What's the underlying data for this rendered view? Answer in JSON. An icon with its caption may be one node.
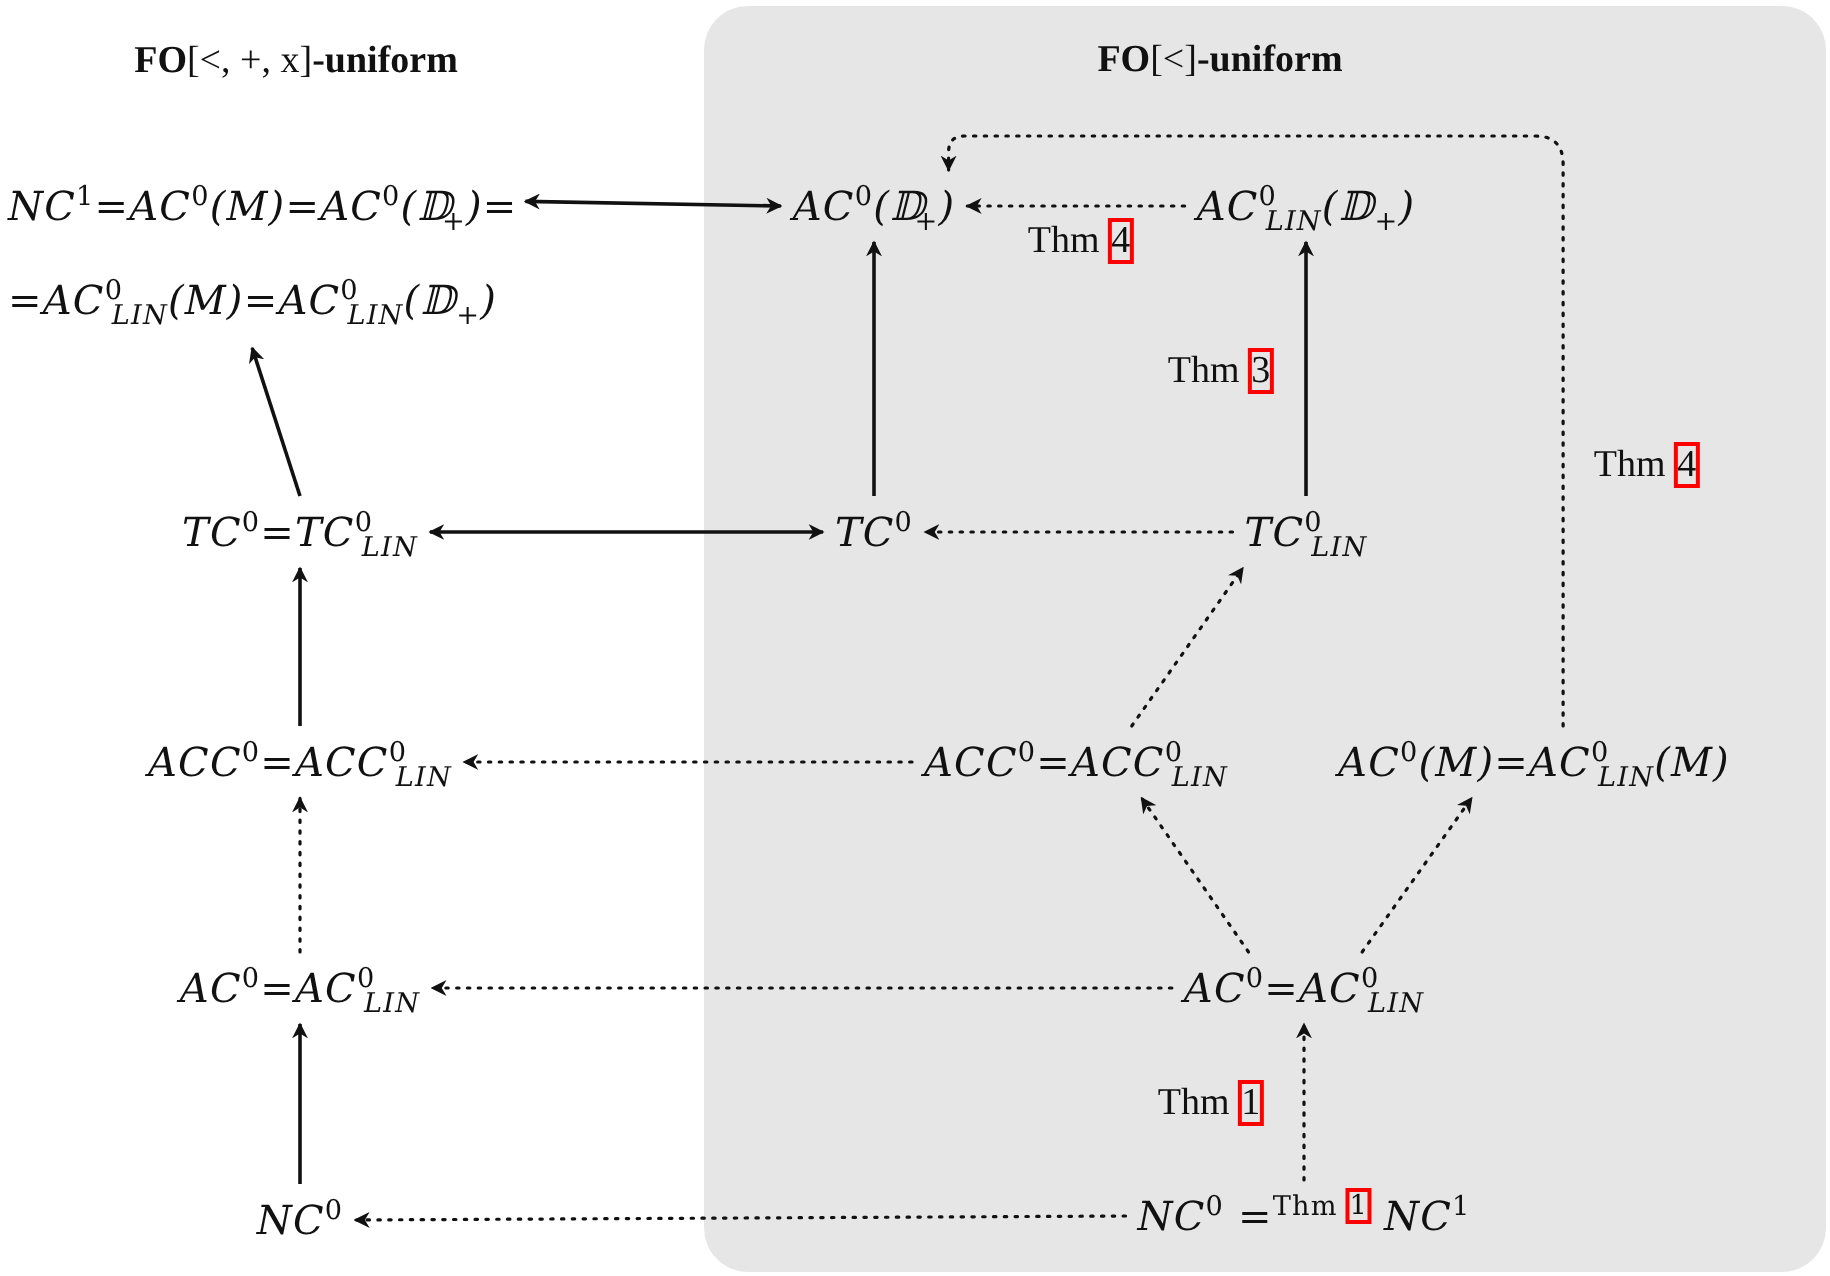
{
  "diagram": {
    "nodes": [
      {
        "text": [
          "**FO**[<]**-uniform**"
        ]
      },
      {
        "text": [
          "NC$^{1}$=AC$^{0}$(M)=AC$^{0}$(𝔻$_{+}$)= =AC$^{0}$$_{LIN}$(M)=AC$^{0}$$_{LIN}$(𝔻$_{+}$)"
        ]
      },
      {
        "text": [
          "AC$^{0}$(𝔻$_{+}$)"
        ],
        "in": 0
      },
      {
        "text": [
          "AC$^{0}$$_{LIN}$(𝔻$_{+}$)"
        ],
        "in": 0
      },
      {
        "text": [
          "TC$^{0}$=TC$^{0}$$_{LIN}$"
        ]
      },
      {
        "text": [
          "TC$^{0}$"
        ],
        "in": 0
      },
      {
        "text": [
          "TC$^{0}$$_{LIN}$"
        ],
        "in": 0
      },
      {
        "text": [
          "ACC$^{0}$=ACC$^{0}$$_{LIN}$"
        ]
      },
      {
        "text": [
          "ACC$^{0}$=ACC$^{0}$$_{LIN}$"
        ],
        "in": 0
      },
      {
        "text": [
          "AC$^{0}$(M)=AC$^{0}$$_{LIN}$(M)"
        ],
        "in": 0
      },
      {
        "text": [
          "AC$^{0}$=AC$^{0}$$_{LIN}$"
        ]
      },
      {
        "text": [
          "AC$^{0}$=AC$^{0}$$_{LIN}$"
        ],
        "in": 0
      },
      {
        "text": [
          "NC$^{0}$"
        ]
      },
      {
        "text": [
          "NC$^{0}$ =$^{Thm 1}$ NC$^{1}$"
        ],
        "in": 0
      }
    ],
    "edges": [
      {
        "from": 1,
        "to": 2,
        "arrow": "both"
      },
      {
        "from": 3,
        "to": 2,
        "arrow": "to",
        "style": "dashed",
        "label": "Thm 4"
      },
      {
        "from": 5,
        "to": 2,
        "arrow": "to"
      },
      {
        "from": 6,
        "to": 3,
        "arrow": "to",
        "label": "Thm 3"
      },
      {
        "from": 4,
        "to": 1,
        "arrow": "to"
      },
      {
        "from": 4,
        "to": 5,
        "arrow": "both"
      },
      {
        "from": 6,
        "to": 5,
        "arrow": "to",
        "style": "dashed"
      },
      {
        "from": 9,
        "to": 2,
        "arrow": "to",
        "style": "dashed",
        "label": "Thm 4"
      },
      {
        "from": 8,
        "to": 6,
        "arrow": "to",
        "style": "dashed"
      },
      {
        "from": 7,
        "to": 4,
        "arrow": "to"
      },
      {
        "from": 8,
        "to": 7,
        "arrow": "to",
        "style": "dashed"
      },
      {
        "from": 10,
        "to": 7,
        "arrow": "to",
        "style": "dashed"
      },
      {
        "from": 11,
        "to": 8,
        "arrow": "to",
        "style": "dashed"
      },
      {
        "from": 11,
        "to": 9,
        "arrow": "to",
        "style": "dashed"
      },
      {
        "from": 11,
        "to": 10,
        "arrow": "to",
        "style": "dashed"
      },
      {
        "from": 12,
        "to": 10,
        "arrow": "to"
      },
      {
        "from": 13,
        "to": 11,
        "arrow": "to",
        "style": "dashed",
        "label": "Thm 1"
      },
      {
        "from": 13,
        "to": 12,
        "arrow": "to",
        "style": "dashed"
      }
    ],
    "labels": [
      "**FO**[<, +, x]**-uniform**"
    ]
  }
}
